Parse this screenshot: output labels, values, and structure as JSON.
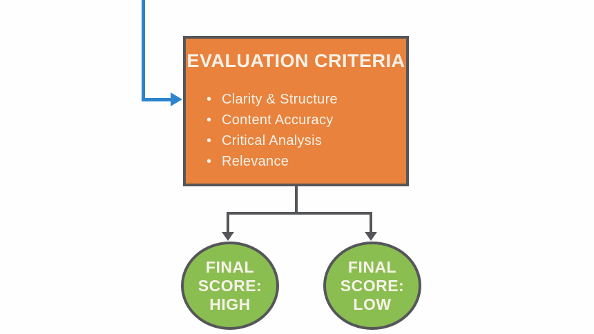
{
  "diagram": {
    "colors": {
      "box_fill": "#E8823C",
      "box_border": "#55565A",
      "circle_fill": "#8BBE50",
      "circle_border": "#55565A",
      "connector": "#55565A",
      "arrow_blue": "#2D84CC",
      "text_light": "#F6F2EA",
      "page_bg": "#FEFEFE"
    },
    "criteria_box": {
      "title": "EVALUATION CRITERIA",
      "bullets": [
        "Clarity & Structure",
        "Content Accuracy",
        "Critical Analysis",
        "Relevance"
      ]
    },
    "outcomes": [
      {
        "name": "high",
        "lines": [
          "FINAL",
          "SCORE:",
          "HIGH"
        ]
      },
      {
        "name": "low",
        "lines": [
          "FINAL",
          "SCORE:",
          "LOW"
        ]
      }
    ]
  }
}
